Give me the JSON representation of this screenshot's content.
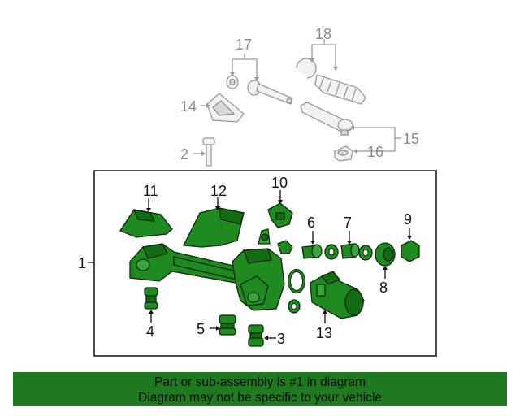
{
  "callouts": {
    "c1": "1",
    "c2": "2",
    "c3": "3",
    "c4": "4",
    "c5": "5",
    "c6": "6",
    "c7": "7",
    "c8": "8",
    "c9": "9",
    "c10": "10",
    "c11": "11",
    "c12": "12",
    "c13": "13",
    "c14": "14",
    "c15": "15",
    "c16": "16",
    "c17": "17",
    "c18": "18"
  },
  "footer": {
    "line1": "Part or sub-assembly is #1 in diagram",
    "line2": "Diagram may not be specific to your vehicle"
  },
  "colors": {
    "highlight_green": "#1f8a1f",
    "footer_green": "#1f7a1f",
    "faded_gray": "#9a9a9a"
  }
}
